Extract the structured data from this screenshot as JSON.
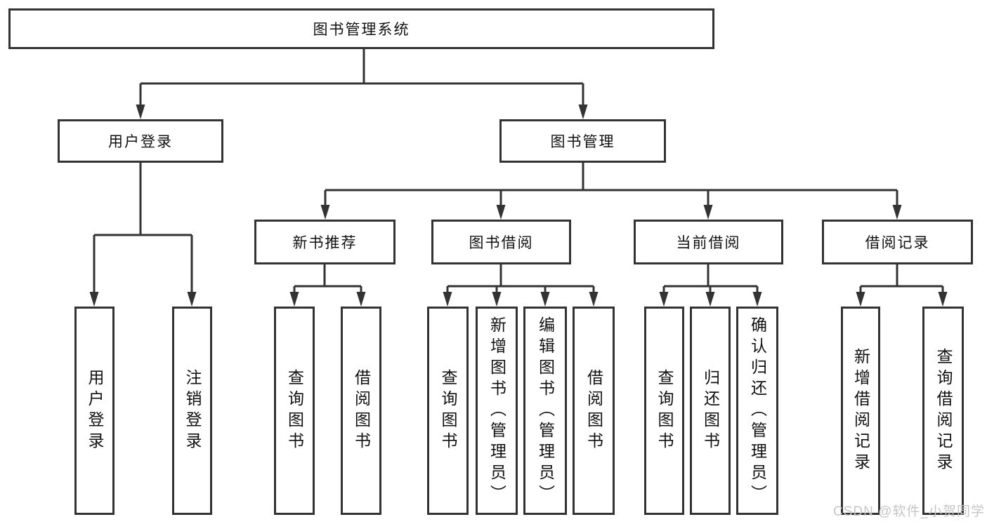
{
  "diagram_type": "hierarchy",
  "colors": {
    "background": "#ffffff",
    "line": "#333333",
    "box_border": "#333333",
    "text": "#111111",
    "watermark": "#c6c6c6"
  },
  "tree": {
    "label": "图书管理系统",
    "children": [
      {
        "label": "用户登录",
        "children": [
          {
            "label": "用户登录"
          },
          {
            "label": "注销登录"
          }
        ]
      },
      {
        "label": "图书管理",
        "children": [
          {
            "label": "新书推荐",
            "children": [
              {
                "label": "查询图书"
              },
              {
                "label": "借阅图书"
              }
            ]
          },
          {
            "label": "图书借阅",
            "children": [
              {
                "label": "查询图书"
              },
              {
                "label": "新增图书（管理员）"
              },
              {
                "label": "编辑图书（管理员）"
              },
              {
                "label": "借阅图书"
              }
            ]
          },
          {
            "label": "当前借阅",
            "children": [
              {
                "label": "查询图书"
              },
              {
                "label": "归还图书"
              },
              {
                "label": "确认归还（管理员）"
              }
            ]
          },
          {
            "label": "借阅记录",
            "children": [
              {
                "label": "新增借阅记录"
              },
              {
                "label": "查询借阅记录"
              }
            ]
          }
        ]
      }
    ]
  },
  "watermark": {
    "text": "CSDN @软件_小贺同学"
  }
}
